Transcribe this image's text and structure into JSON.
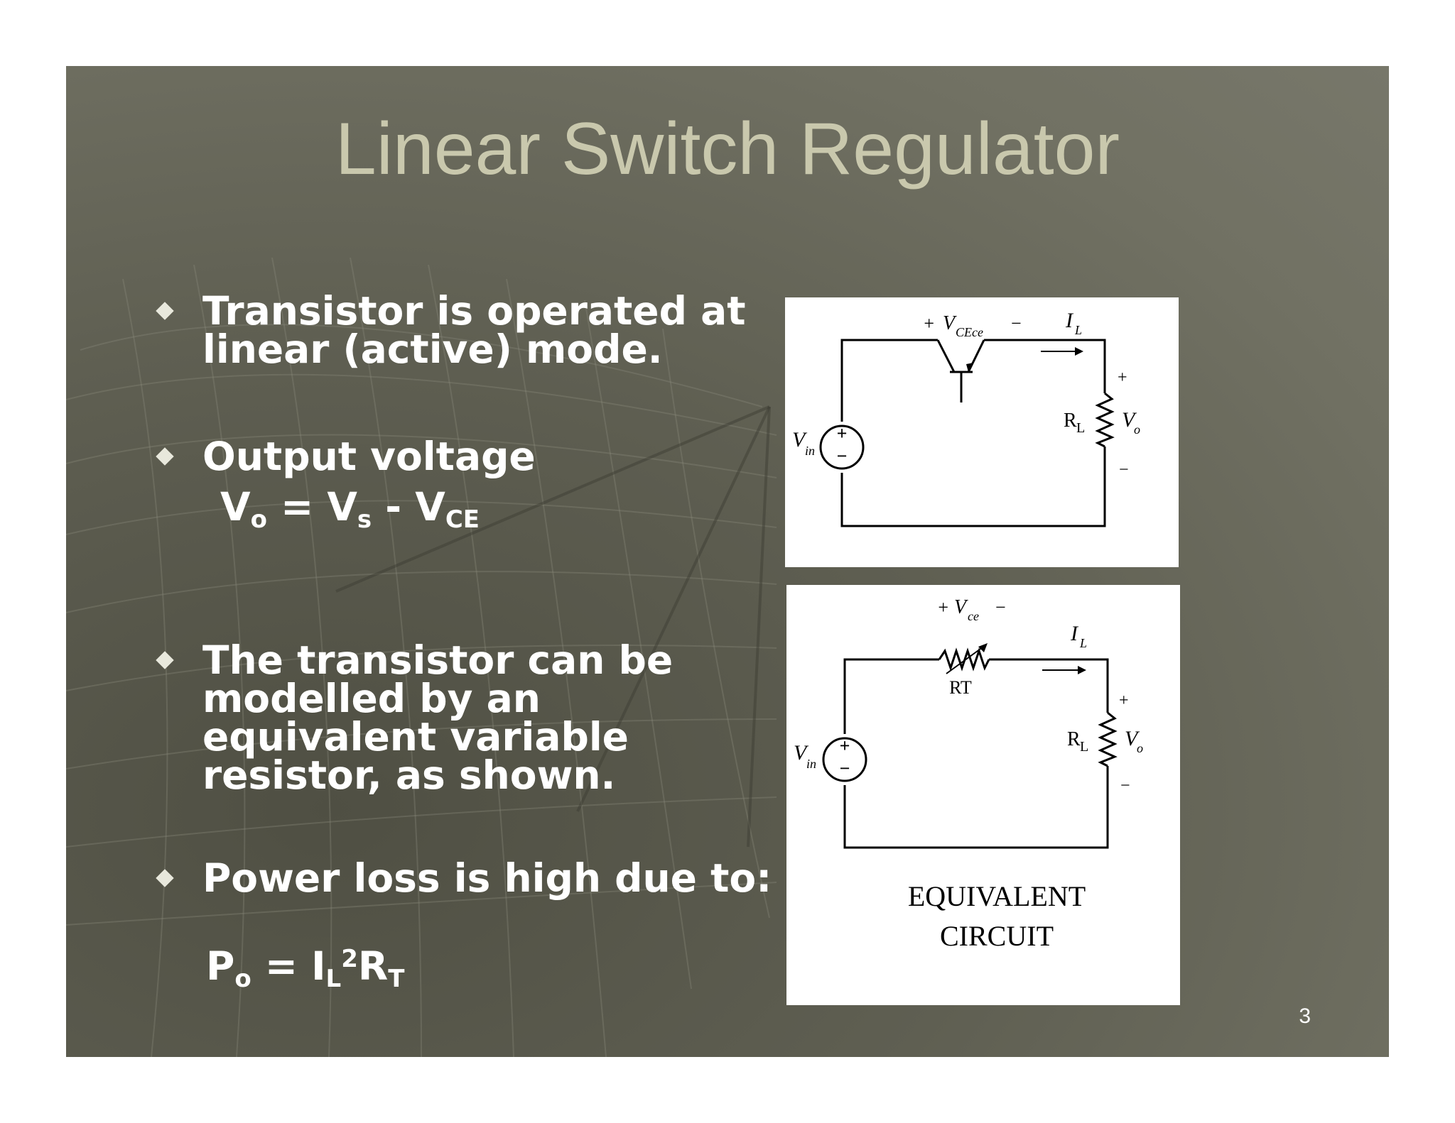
{
  "slide": {
    "title": "Linear Switch Regulator",
    "page_number": "3",
    "bullets": [
      {
        "text": "Transistor is operated at linear (active) mode."
      },
      {
        "text": "Output voltage"
      },
      {
        "text": "The transistor can be modelled by an equivalent variable resistor, as shown."
      },
      {
        "text": "Power loss is high due to:"
      }
    ],
    "formula_vo": {
      "v1": "V",
      "s1": "o",
      "eq": " = ",
      "v2": "V",
      "s2": "s",
      "minus": " - ",
      "v3": "V",
      "s3": "CE"
    },
    "formula_po": {
      "p": "P",
      "ps": "o",
      "eq": " = ",
      "i": "I",
      "is": "L",
      "exp": "2",
      "r": "R",
      "rs": "T"
    }
  },
  "circuit1": {
    "vce_plus": "+",
    "vce_v": "V",
    "vce_sub": "CEce",
    "vce_minus": "−",
    "il_i": "I",
    "il_sub": "L",
    "vin_v": "V",
    "vin_sub": "in",
    "rl_r": "R",
    "rl_sub": "L",
    "vo_plus": "+",
    "vo_v": "V",
    "vo_sub": "o",
    "vo_minus": "−",
    "src_plus": "+",
    "src_minus": "−"
  },
  "circuit2": {
    "vce_plus": "+",
    "vce_v": "V",
    "vce_sub": "ce",
    "vce_minus": "−",
    "il_i": "I",
    "il_sub": "L",
    "rt_label": "RT",
    "vin_v": "V",
    "vin_sub": "in",
    "rl_r": "R",
    "rl_sub": "L",
    "vo_plus": "+",
    "vo_v": "V",
    "vo_sub": "o",
    "vo_minus": "−",
    "src_plus": "+",
    "src_minus": "−",
    "caption_line1": "EQUIVALENT",
    "caption_line2": "CIRCUIT"
  }
}
